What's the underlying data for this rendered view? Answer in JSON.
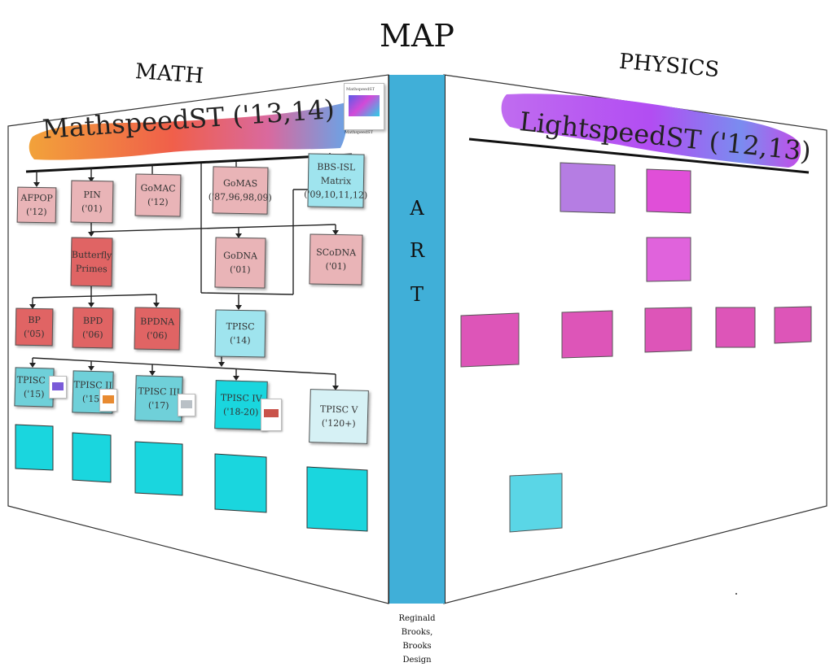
{
  "title": "MAP",
  "left_label": "MATH",
  "right_label": "PHYSICS",
  "math_banner": "MathspeedST ('13,14)",
  "physics_banner": "LightspeedST ('12,13)",
  "spine": {
    "letters": [
      "A",
      "R",
      "T"
    ],
    "credit": [
      "Reginald",
      "Brooks,",
      "Brooks",
      "Design"
    ]
  },
  "top_thumb": {
    "title": "MathspeedST",
    "caption": "MathspeedST"
  },
  "math_nodes": {
    "afpop": [
      "AFPOP",
      "('12)"
    ],
    "pin": [
      "PIN",
      "('01)"
    ],
    "gomac": [
      "GoMAC",
      "('12)"
    ],
    "gomas": [
      "GoMAS",
      "('87,96,98,09)"
    ],
    "bbs": [
      "BBS-ISL",
      "Matrix",
      "('09,10,11,12)"
    ],
    "butterfly": [
      "Butterfly",
      "Primes"
    ],
    "godna": [
      "GoDNA",
      "('01)"
    ],
    "scodna": [
      "SCoDNA",
      "('01)"
    ],
    "bp": [
      "BP",
      "('05)"
    ],
    "bpd": [
      "BPD",
      "('06)"
    ],
    "bpdna": [
      "BPDNA",
      "('06)"
    ],
    "tpisc": [
      "TPISC",
      "('14)"
    ],
    "tpisc1": [
      "TPISC I",
      "('15)"
    ],
    "tpisc2": [
      "TPISC II",
      "('15)"
    ],
    "tpisc3": [
      "TPISC III",
      "('17)"
    ],
    "tpisc4": [
      "TPISC IV",
      "('18-20)"
    ],
    "tpisc5": [
      "TPISC V",
      "('120+)"
    ]
  },
  "colors": {
    "pink": "#e9b4b7",
    "red": "#e06464",
    "aqua": "#9fe4ee",
    "teal": "#6fd0d9",
    "pale": "#d6f1f5",
    "cyan": "#1ad6de",
    "spine": "#40afd8",
    "physics_lavender": "#b57de3",
    "physics_magenta": "#e04fd8",
    "physics_pink": "#dd55b8",
    "physics_blue": "#5ad6e6"
  }
}
